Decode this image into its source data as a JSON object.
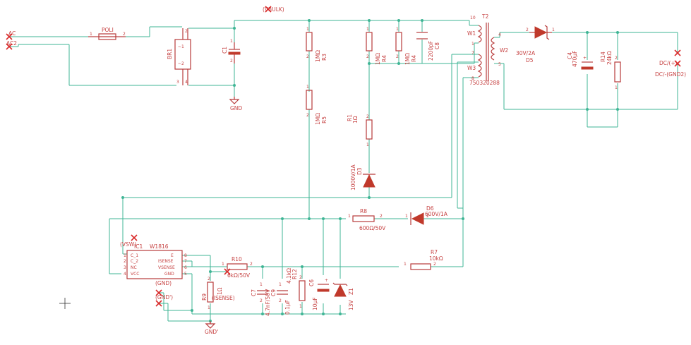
{
  "schematic": {
    "nets": {
      "ac_in": "AC",
      "ac_in2": "AC2",
      "vbulk": "(VBULK)",
      "vsw": "(VSW)",
      "gnd_label": "(GND)",
      "gnd_label2": "(GND')",
      "gnd_symbol": "GND",
      "gnd_symbol2": "GND'",
      "isense": "(ISENSE)",
      "dc_pos": "DC/(+)",
      "dc_neg": "DC/-(GND2)"
    },
    "components": {
      "poli": {
        "ref": "POLI"
      },
      "br1": {
        "ref": "BR1"
      },
      "c1": {
        "ref": "C1"
      },
      "r_a": {
        "ref": "R3",
        "value": "1MΩ"
      },
      "r_b": {
        "ref": "R5",
        "value": "1MΩ"
      },
      "r_c": {
        "ref": "R4",
        "value": "1MΩ"
      },
      "r_d": {
        "ref": "R4",
        "value": "1MΩ"
      },
      "c8": {
        "ref": "C8",
        "value": "2200pF"
      },
      "r1": {
        "ref": "R1",
        "value": "1Ω"
      },
      "d3": {
        "ref": "D3",
        "value": "1000V/1A"
      },
      "t2": {
        "ref": "T2",
        "part": "750320288",
        "w1": "W1",
        "w2": "W2",
        "w3": "W3"
      },
      "d5": {
        "ref": "D5",
        "value": "30V/2A"
      },
      "c4": {
        "ref": "C4",
        "value": "470μF"
      },
      "r14": {
        "ref": "R14",
        "value": "24kΩ"
      },
      "r8": {
        "ref": "R8",
        "value": "600Ω/50V"
      },
      "d6": {
        "ref": "D6",
        "value": "600V/1A"
      },
      "ic1": {
        "ref": "IC1",
        "part": "W1816",
        "p1": "C_1",
        "p2": "C_2",
        "p3": "NC",
        "p4": "VCC",
        "p5": "E",
        "p6": "ISENSE",
        "p7": "VSENSE",
        "p8": "GND"
      },
      "r10": {
        "ref": "R10",
        "value": "6kΩ/50V"
      },
      "r7": {
        "ref": "R7",
        "value": "10kΩ"
      },
      "r9": {
        "ref": "R9",
        "value": "1Ω"
      },
      "c7": {
        "ref": "C7",
        "value": "4.7nF/50V"
      },
      "c9": {
        "ref": "C9",
        "value": "0.1μF"
      },
      "r12": {
        "ref": "R12",
        "value": "4.1kΩ"
      },
      "c6": {
        "ref": "C6",
        "value": "10μF"
      },
      "z1": {
        "ref": "Z1",
        "value": "13V"
      }
    }
  }
}
